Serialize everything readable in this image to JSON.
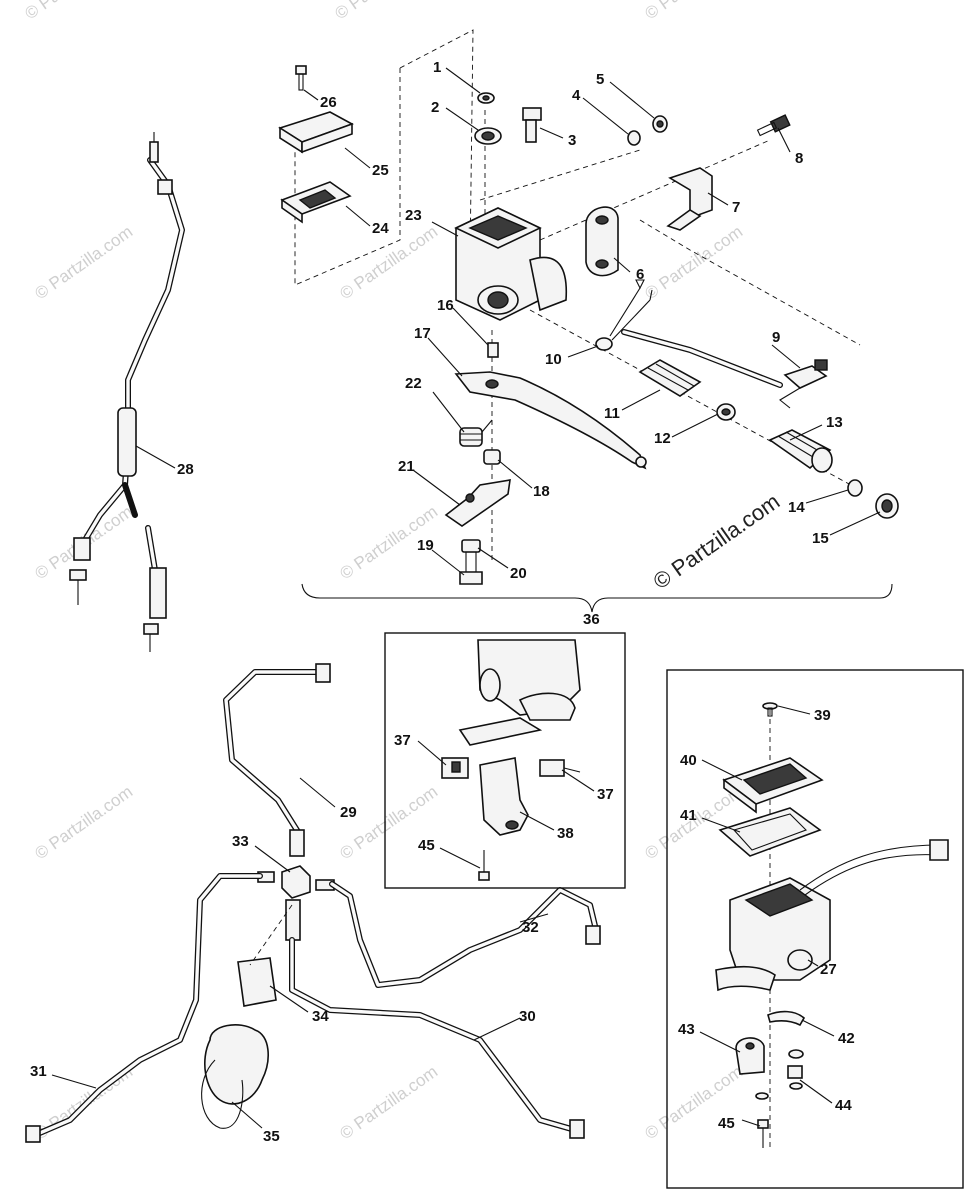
{
  "diagram": {
    "watermark": "© Partzilla.com",
    "labels": [
      "1",
      "2",
      "3",
      "4",
      "5",
      "6",
      "7",
      "8",
      "9",
      "10",
      "11",
      "12",
      "13",
      "14",
      "15",
      "16",
      "17",
      "18",
      "19",
      "20",
      "21",
      "22",
      "23",
      "24",
      "25",
      "26",
      "27",
      "28",
      "29",
      "30",
      "31",
      "32",
      "33",
      "34",
      "35",
      "36",
      "37",
      "38",
      "39",
      "40",
      "41",
      "42",
      "43",
      "44",
      "45"
    ]
  },
  "colors": {
    "ink": "#111111",
    "paper": "#ffffff",
    "watermark": "#cfcfcf"
  }
}
